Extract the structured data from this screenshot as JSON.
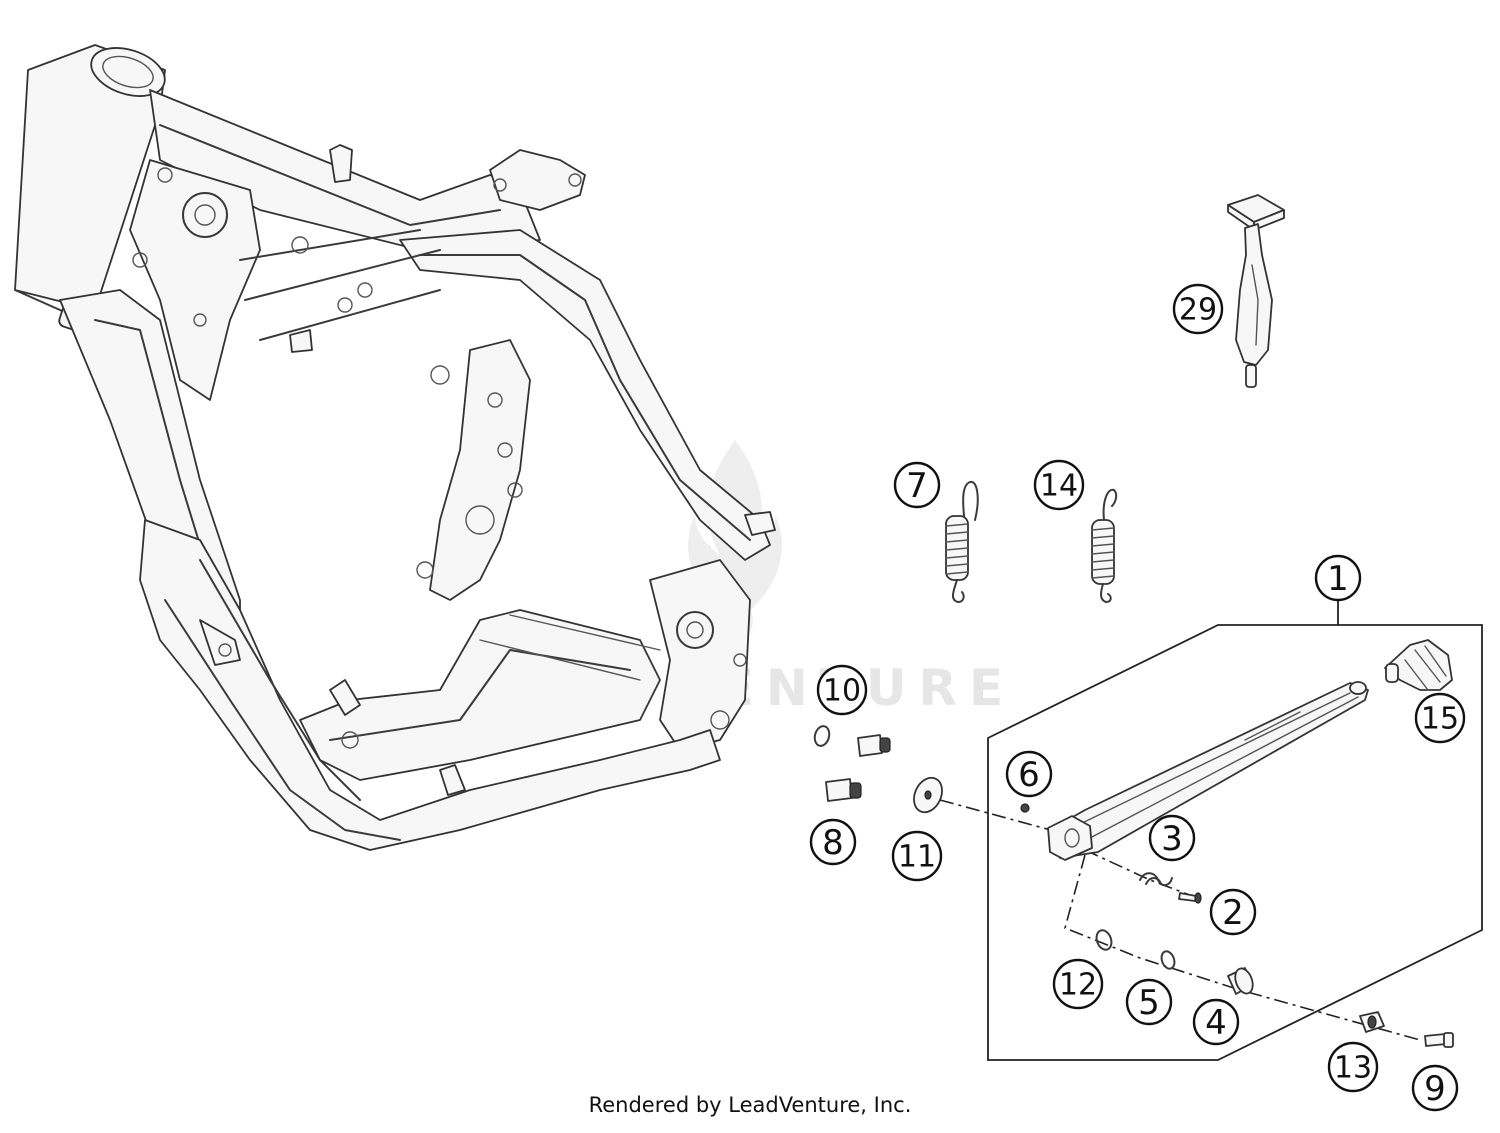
{
  "colors": {
    "line": "#3a3a3a",
    "callout": "#111111",
    "watermark": "#e6e6e6",
    "background": "#ffffff"
  },
  "watermark": {
    "text": "LEADVENTURE"
  },
  "callouts": [
    {
      "id": "1",
      "label": "1"
    },
    {
      "id": "2",
      "label": "2"
    },
    {
      "id": "3",
      "label": "3"
    },
    {
      "id": "4",
      "label": "4"
    },
    {
      "id": "5",
      "label": "5"
    },
    {
      "id": "6",
      "label": "6"
    },
    {
      "id": "7",
      "label": "7"
    },
    {
      "id": "8",
      "label": "8"
    },
    {
      "id": "9",
      "label": "9"
    },
    {
      "id": "10",
      "label": "10"
    },
    {
      "id": "11",
      "label": "11"
    },
    {
      "id": "12",
      "label": "12"
    },
    {
      "id": "13",
      "label": "13"
    },
    {
      "id": "14",
      "label": "14"
    },
    {
      "id": "15",
      "label": "15"
    },
    {
      "id": "29",
      "label": "29"
    }
  ],
  "footer": {
    "credit": "Rendered by LeadVenture, Inc."
  }
}
